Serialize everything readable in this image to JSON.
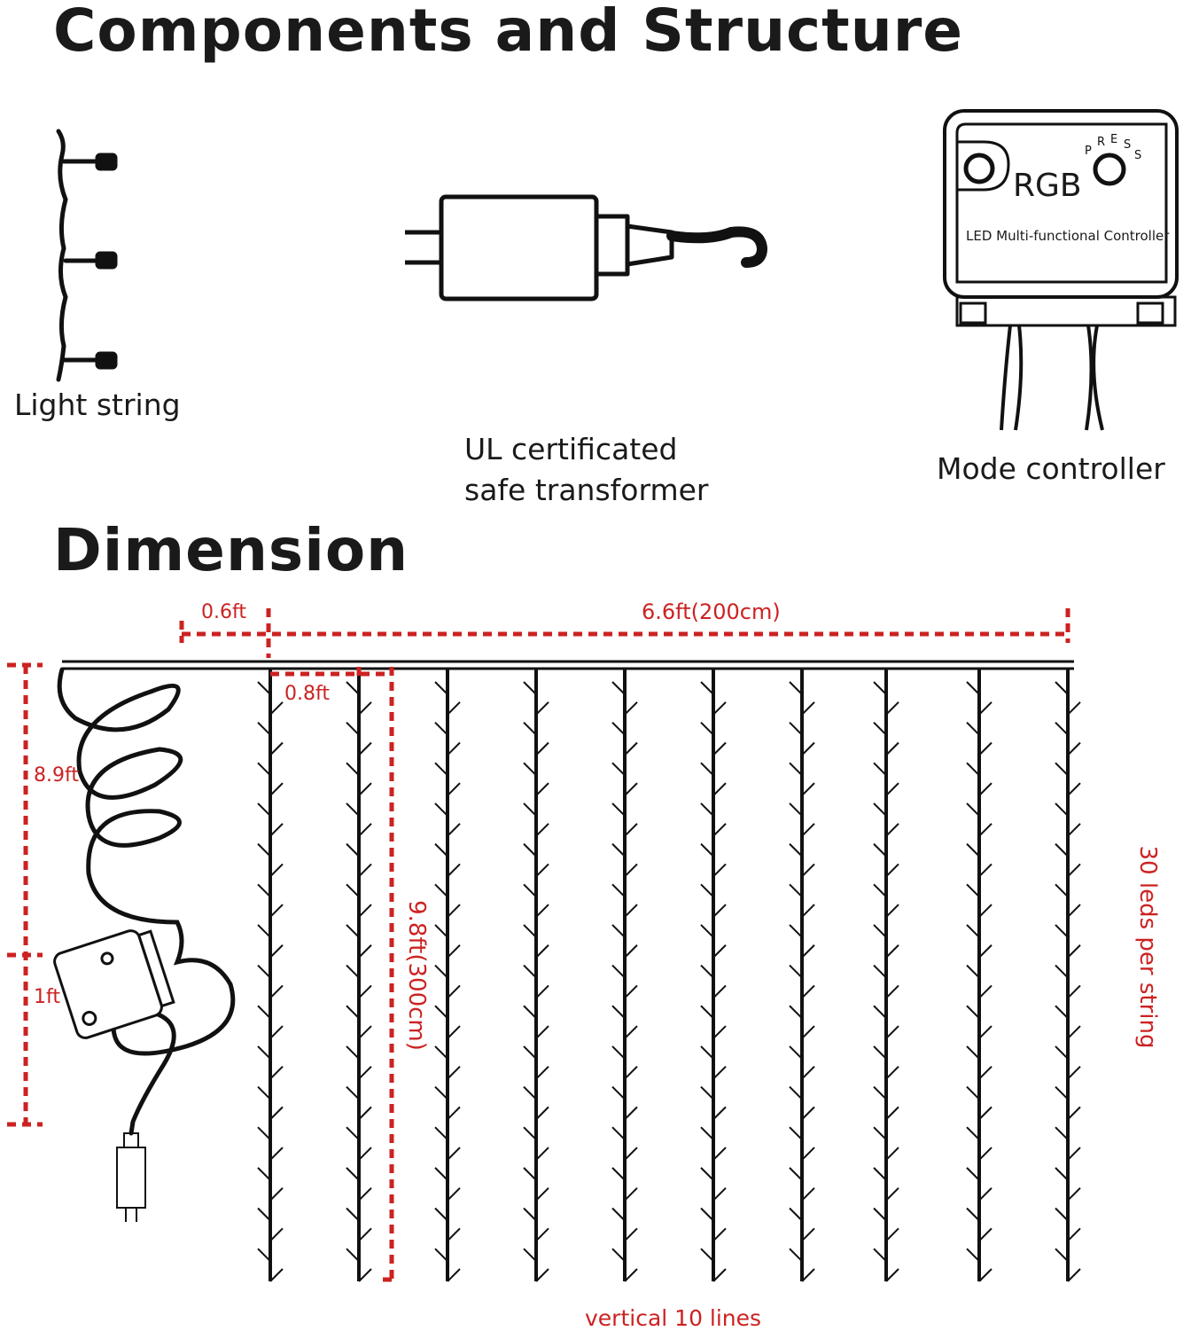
{
  "headings": {
    "components": "Components and Structure",
    "dimension": "Dimension"
  },
  "components": {
    "light_string": "Light string",
    "transformer_line1": "UL certificated",
    "transformer_line2": "safe transformer",
    "controller": "Mode controller",
    "controller_brand": "RGB",
    "controller_press": [
      "P",
      "R",
      "E",
      "S",
      "S"
    ],
    "controller_desc": "LED Multi-functional Controller"
  },
  "dimensions": {
    "lead_gap": "0.6ft",
    "total_width": "6.6ft(200cm)",
    "line_spacing": "0.8ft",
    "lead_cable": "8.9ft",
    "controller_cable": "1ft",
    "height": "9.8ft(300cm)",
    "leds_per_string": "30 leds per string",
    "line_count": "vertical 10 lines"
  },
  "colors": {
    "ink": "#1a1a1a",
    "dimension_red": "#cc2222"
  }
}
